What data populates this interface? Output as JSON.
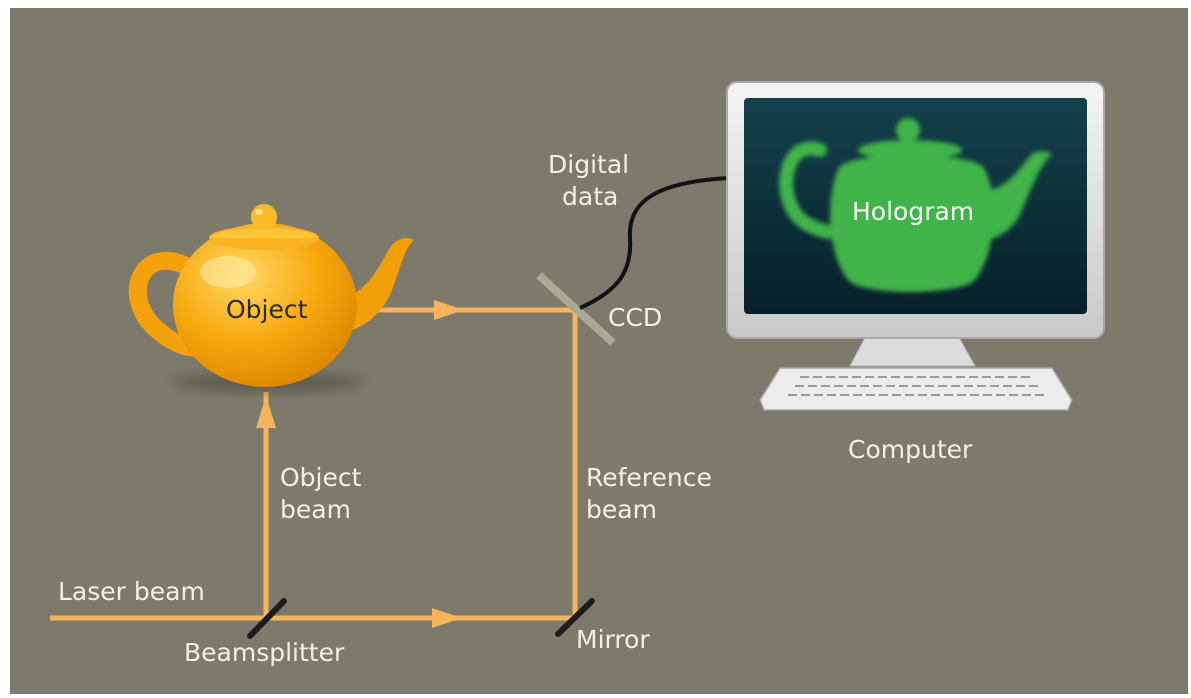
{
  "diagram": {
    "labels": {
      "laser_beam": "Laser beam",
      "beamsplitter": "Beamsplitter",
      "object_beam_line1": "Object",
      "object_beam_line2": "beam",
      "reference_beam_line1": "Reference",
      "reference_beam_line2": "beam",
      "mirror": "Mirror",
      "ccd": "CCD",
      "digital_data_line1": "Digital",
      "digital_data_line2": "data",
      "object": "Object",
      "hologram": "Hologram",
      "computer": "Computer"
    },
    "colors": {
      "background": "#7d7a6b",
      "beam": "#f6b45c",
      "teapot": "#f5a20a",
      "hologram": "#3fb34a",
      "screen": "#0f3a44"
    }
  }
}
